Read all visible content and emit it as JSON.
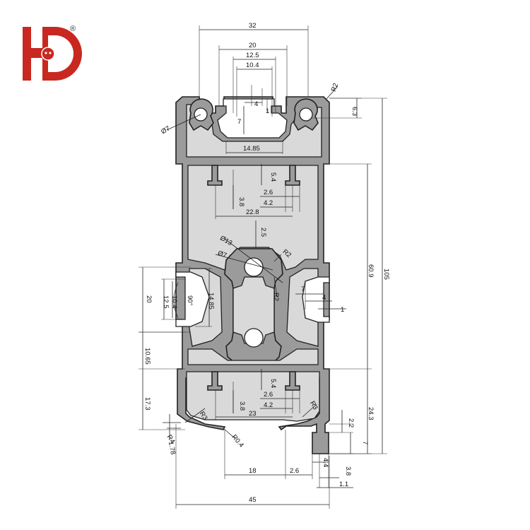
{
  "logo": {
    "letters": "HD",
    "registered_mark": "®",
    "brand_color": "#c8281f"
  },
  "colors": {
    "profile": "#9b9b9b",
    "cavity": "#d9d9d9",
    "lines": "#222222"
  },
  "dimensions": {
    "top_width": "32",
    "top_slot_outer": "20",
    "top_slot_mid": "12.5",
    "top_slot_inner": "10.4",
    "top_lip_4": "4",
    "top_lip_1": "1",
    "top_depth_7": "7",
    "corner_r2_top": "R2",
    "top_6_3": "6.3",
    "hole_dia_7_top": "Ø7",
    "top_14_85": "14.85",
    "slot_5_4_a": "5.4",
    "slot_3_8_a": "3.8",
    "slot_2_6_a": "2.6",
    "slot_4_2_a": "4.2",
    "slot_22_8": "22.8",
    "center_2_5": "2.5",
    "center_dia_13": "Ø13",
    "center_dia_7": "Ø7",
    "center_r2_a": "R2",
    "center_r2_b": "R2",
    "right_7": "7",
    "right_4": "4",
    "right_1": "1",
    "left_20": "20",
    "left_12_5": "12.5",
    "left_10_4": "10.4",
    "left_angle": "90°",
    "left_14_85": "14.85",
    "height_60_9": "60.9",
    "height_105": "105",
    "left_10_65": "10.65",
    "slot_5_4_b": "5.4",
    "slot_3_8_b": "3.8",
    "slot_2_6_b": "2.6",
    "slot_4_2_b": "4.2",
    "slot_23": "23",
    "left_17_3": "17.3",
    "corner_r3_left": "R3",
    "corner_r3_right": "R3",
    "corner_r0_4": "R0.4",
    "foot_r4": "R4",
    "foot_1_78": "1.78",
    "right_24_3": "24.3",
    "foot_2_2": "2.2",
    "foot_7": "7",
    "bottom_18": "18",
    "bottom_2_6": "2.6",
    "bottom_4_4": "4.4",
    "bottom_3_8": "3.8",
    "bottom_1_1": "1.1",
    "bottom_width": "45"
  }
}
